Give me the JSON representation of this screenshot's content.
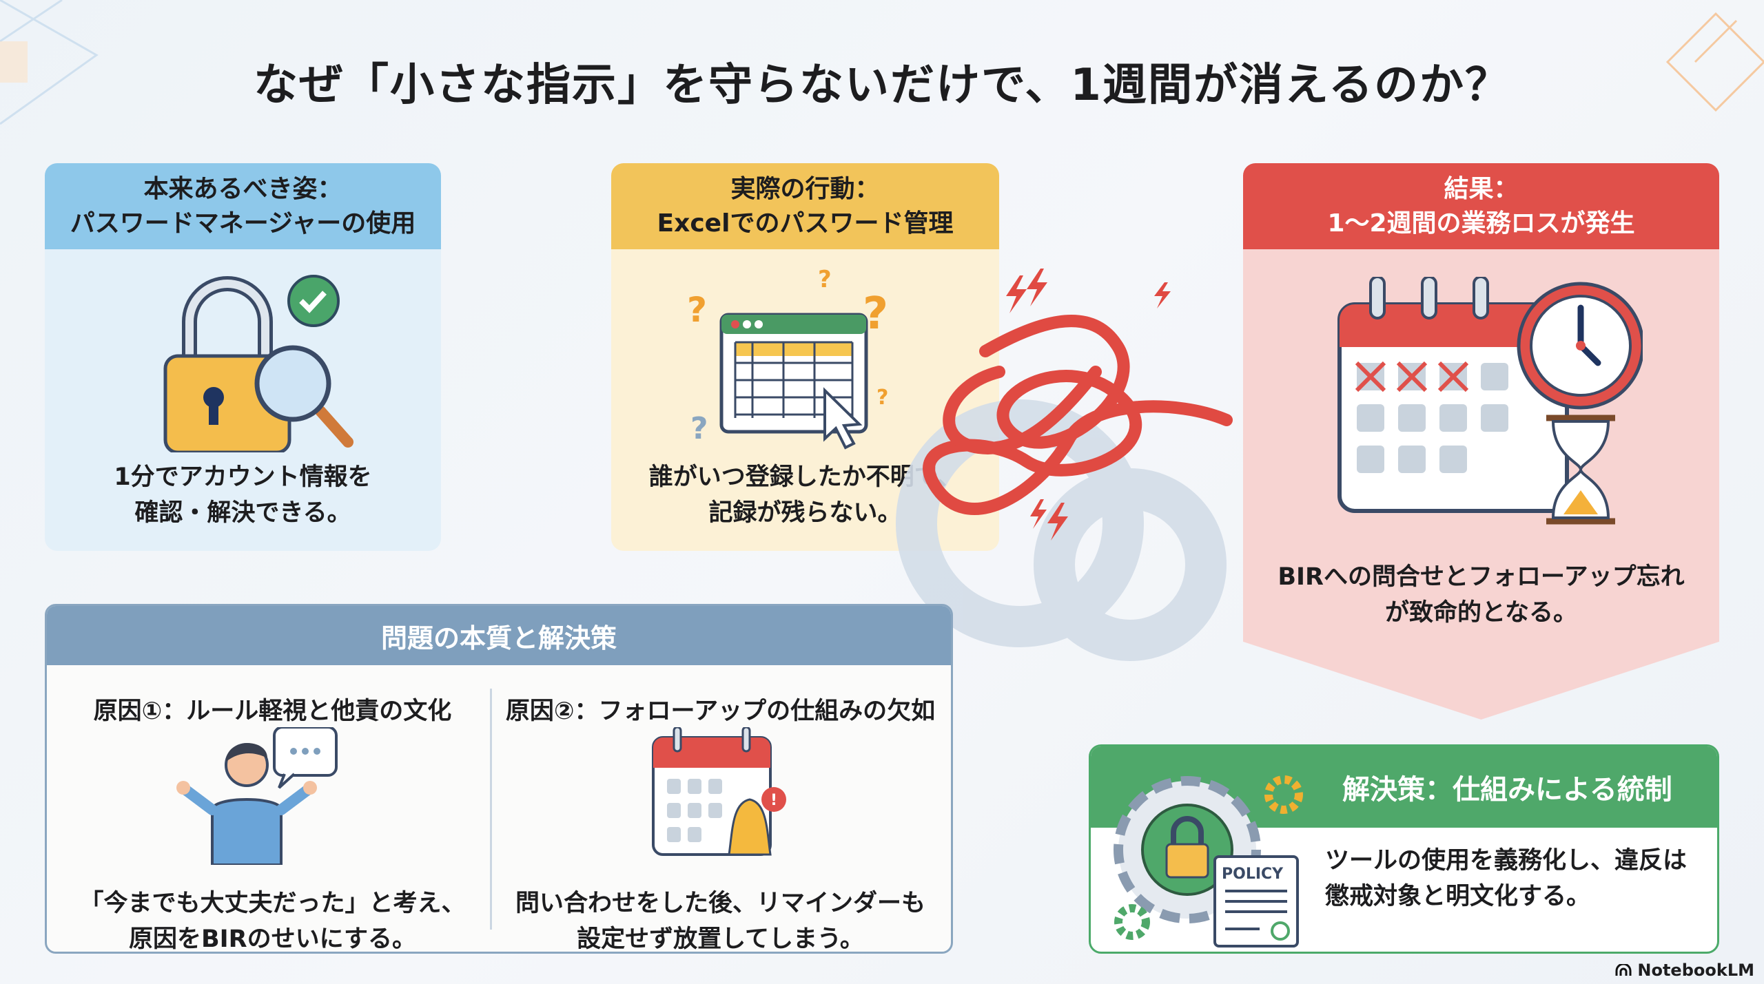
{
  "title": "なぜ「小さな指示」を守らないだけで、1週間が消えるのか？",
  "ideal": {
    "heading_1": "本来あるべき姿：",
    "heading_2": "パスワードマネージャーの使用",
    "body_1": "1分でアカウント情報を",
    "body_2": "確認・解決できる。"
  },
  "actual": {
    "heading_1": "実際の行動：",
    "heading_2": "Excelでのパスワード管理",
    "body_1": "誰がいつ登録したか不明で、",
    "body_2": "記録が残らない。"
  },
  "result": {
    "heading_1": "結果：",
    "heading_2": "1〜2週間の業務ロスが発生",
    "body_1": "BIRへの問合せとフォローアップ忘れ",
    "body_2": "が致命的となる。"
  },
  "panel": {
    "title": "問題の本質と解決策",
    "cause1": {
      "heading": "原因①：ルール軽視と他責の文化",
      "body_1": "「今までも大丈夫だった」と考え、",
      "body_2": "原因をBIRのせいにする。"
    },
    "cause2": {
      "heading": "原因②：フォローアップの仕組みの欠如",
      "body_1": "問い合わせをした後、リマインダーも",
      "body_2": "設定せず放置してしまう。"
    }
  },
  "solution": {
    "heading": "解決策：仕組みによる統制",
    "body_1": "ツールの使用を義務化し、違反は",
    "body_2": "懲戒対象と明文化する。",
    "policy_label": "POLICY"
  },
  "branding": "NotebookLM",
  "colors": {
    "blue": "#8ec8ea",
    "yellow": "#f2c45a",
    "red": "#e0504a",
    "green": "#4fa86a",
    "slate": "#7f9fbd"
  }
}
